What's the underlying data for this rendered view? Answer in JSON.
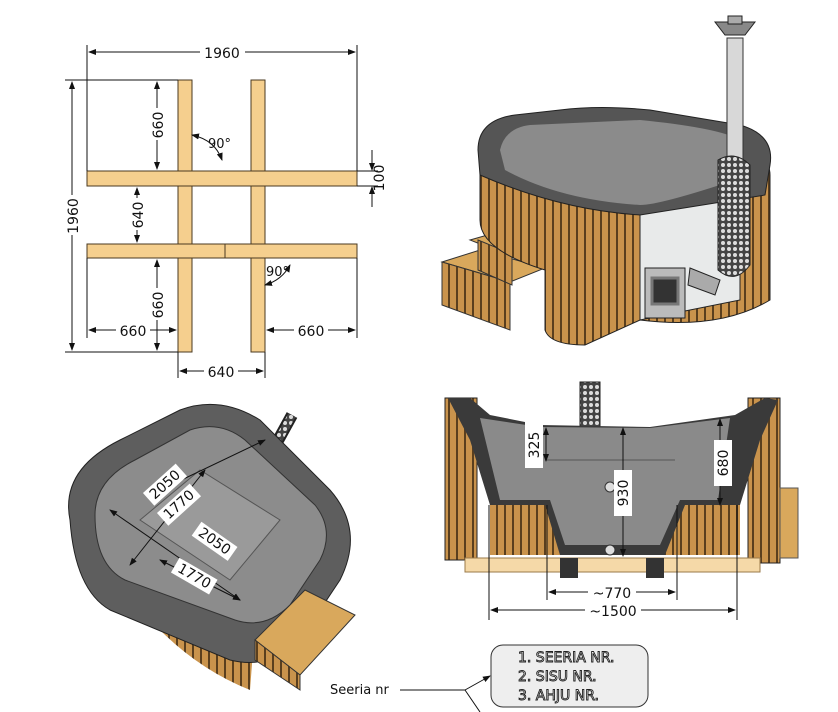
{
  "frame_plan": {
    "total_width": "1960",
    "total_height": "1960",
    "top_gap": "660",
    "middle_gap": "640",
    "bottom_gap": "660",
    "board_width": "100",
    "left_offset": "660",
    "right_offset": "660",
    "inner_width": "640",
    "angle_top": "90°",
    "angle_bottom": "90°"
  },
  "top_view": {
    "outer_diag_1": "2050",
    "inner_diag_1": "1770",
    "outer_diag_2": "2050",
    "inner_diag_2": "1770"
  },
  "section_view": {
    "seat_depth": "325",
    "total_depth": "930",
    "side_depth": "680",
    "bottom_width": "~770",
    "overall_width": "~1500"
  },
  "serial_label": {
    "pointer_text": "Seeria nr",
    "lines": [
      "1. SEERIA NR.",
      "2. SISU NR.",
      "3. AHJU NR."
    ]
  },
  "colors": {
    "wood": "#f5cf8e",
    "dark_wood": "#8a6a3a",
    "tub_grey": "#6e6e6e",
    "tub_dark": "#3c3c3c"
  }
}
